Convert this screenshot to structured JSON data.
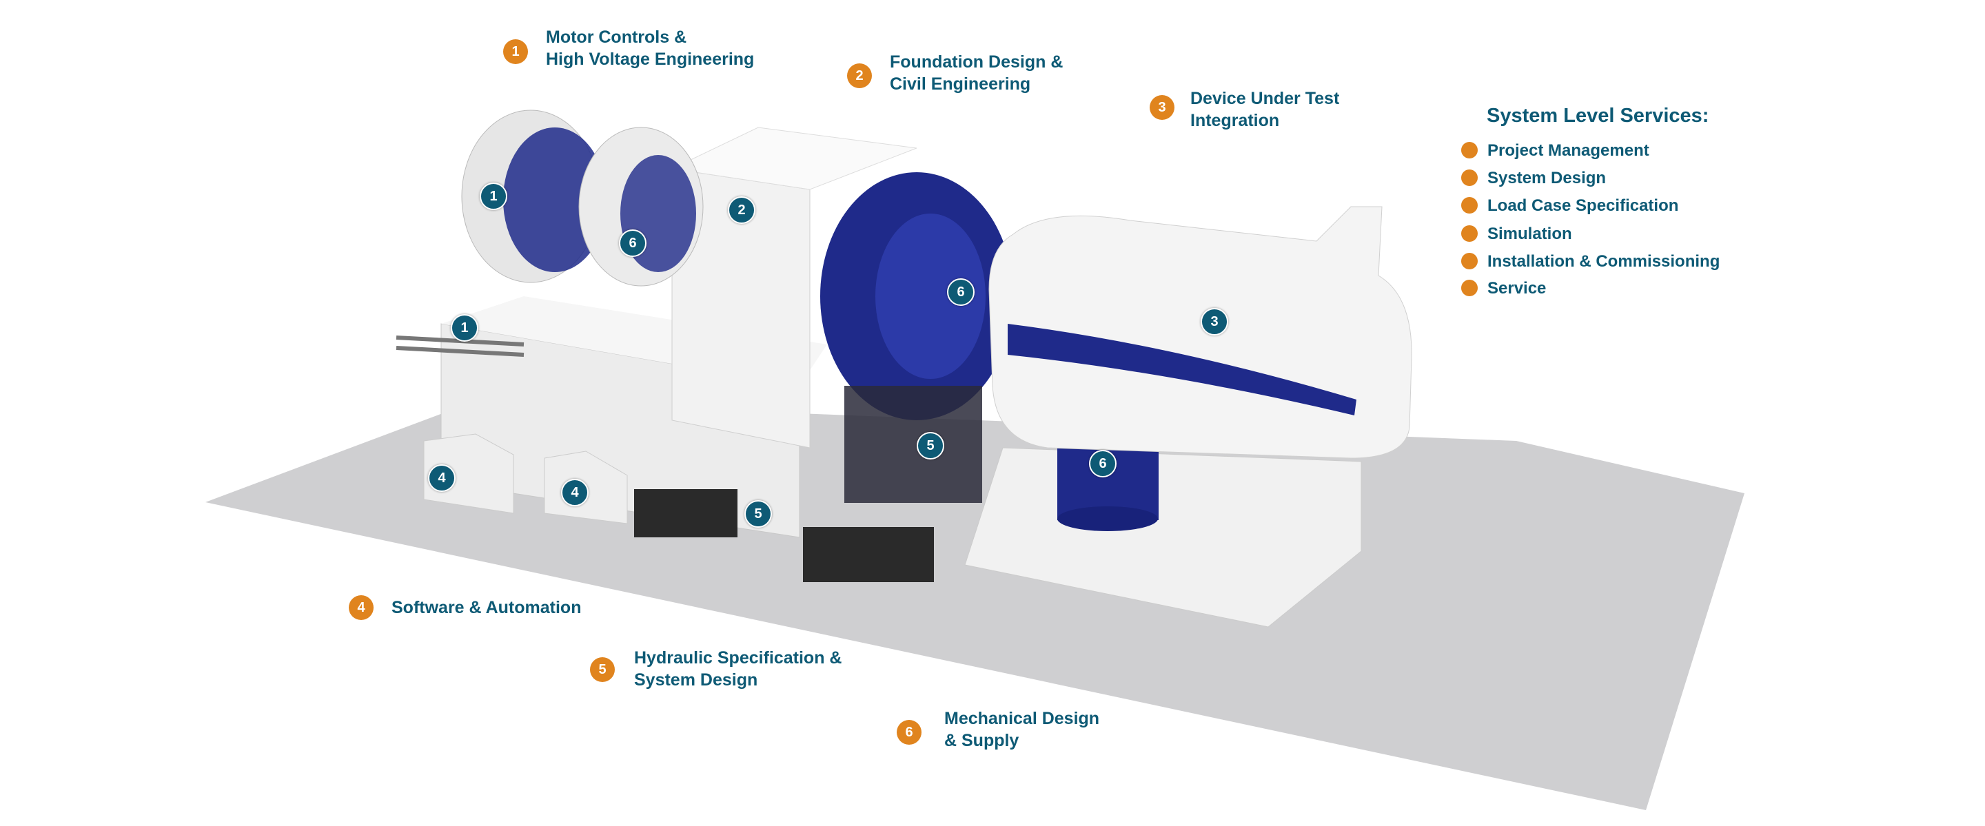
{
  "colors": {
    "text": "#0e5a75",
    "accent": "#e0841e",
    "machine_blue": "#1f2a8a"
  },
  "labels": [
    {
      "num": "1",
      "line1": "Motor Controls &",
      "line2": "High Voltage Engineering"
    },
    {
      "num": "2",
      "line1": "Foundation Design &",
      "line2": "Civil Engineering"
    },
    {
      "num": "3",
      "line1": "Device Under Test",
      "line2": "Integration"
    },
    {
      "num": "4",
      "line1": "Software & Automation"
    },
    {
      "num": "5",
      "line1": "Hydraulic Specification &",
      "line2": "System Design"
    },
    {
      "num": "6",
      "line1": "Mechanical Design",
      "line2": "& Supply"
    }
  ],
  "services": {
    "title": "System Level Services:",
    "items": [
      "Project Management",
      "System Design",
      "Load Case Specification",
      "Simulation",
      "Installation & Commissioning",
      "Service"
    ]
  },
  "badges": [
    "1",
    "1",
    "2",
    "6",
    "6",
    "3",
    "5",
    "6",
    "4",
    "4",
    "5"
  ]
}
